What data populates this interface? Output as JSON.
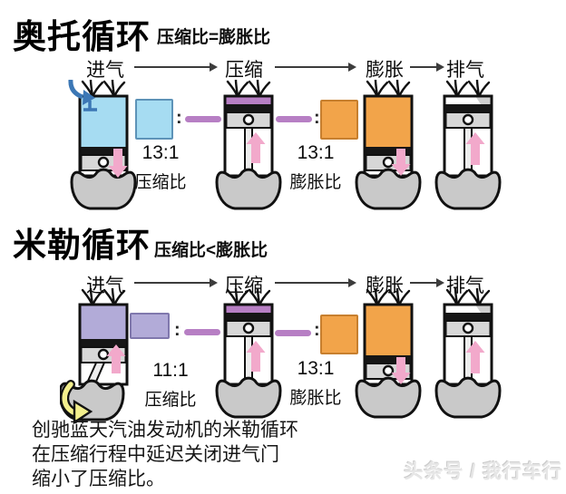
{
  "colors": {
    "otto_intake_air": "#a6dcf2",
    "miller_intake_air": "#b2abd8",
    "compressed_charge": "#b77fc4",
    "expansion_gas": "#f2a44a",
    "piston_arrow": "#f2a9cb",
    "intake_flow": "#3c77b5",
    "crank_arrow": "#f3ef8d",
    "watermark_color": "#e6e6e6"
  },
  "ratio_colon": ":",
  "sections": [
    {
      "title": "奥托循环",
      "subtitle": "压缩比=膨胀比",
      "stages": [
        "进气",
        "压缩",
        "膨胀",
        "排气"
      ],
      "compression_ratio": {
        "value": "13:1",
        "label": "压缩比"
      },
      "expansion_ratio": {
        "value": "13:1",
        "label": "膨胀比"
      }
    },
    {
      "title": "米勒循环",
      "subtitle": "压缩比<膨胀比",
      "stages": [
        "进气",
        "压缩",
        "膨胀",
        "排气"
      ],
      "compression_ratio": {
        "value": "11:1",
        "label": "压缩比"
      },
      "expansion_ratio": {
        "value": "13:1",
        "label": "膨胀比"
      }
    }
  ],
  "caption": {
    "lines": [
      "创驰蓝天汽油发动机的米勒循环",
      "在压缩行程中延迟关闭进气门",
      "缩小了压缩比。"
    ]
  },
  "watermark": "头条号 / 我行车行"
}
